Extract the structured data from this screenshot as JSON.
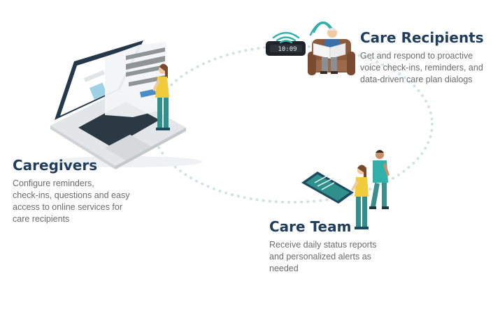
{
  "nodes": {
    "care_recipients": {
      "title": "Care Recipients",
      "lines": [
        "Get and respond to proactive",
        "voice check-ins, reminders, and",
        "data-driven care plan dialogs"
      ]
    },
    "caregivers": {
      "title": "Caregivers",
      "lines": [
        "Configure reminders,",
        "check-ins, questions and easy",
        "access to online services for",
        "care recipients"
      ]
    },
    "care_team": {
      "title": "Care Team",
      "lines": [
        "Receive daily status reports",
        "and personalized alerts as",
        "needed"
      ]
    }
  },
  "device": {
    "display_text": "10:09"
  },
  "colors": {
    "heading": "#1f3d5c",
    "body_text": "#6b6b6b",
    "dots": "#cfe3e4",
    "teal": "#2f8f8a",
    "navy": "#1c4a5f",
    "yellow": "#f2cb3a"
  }
}
